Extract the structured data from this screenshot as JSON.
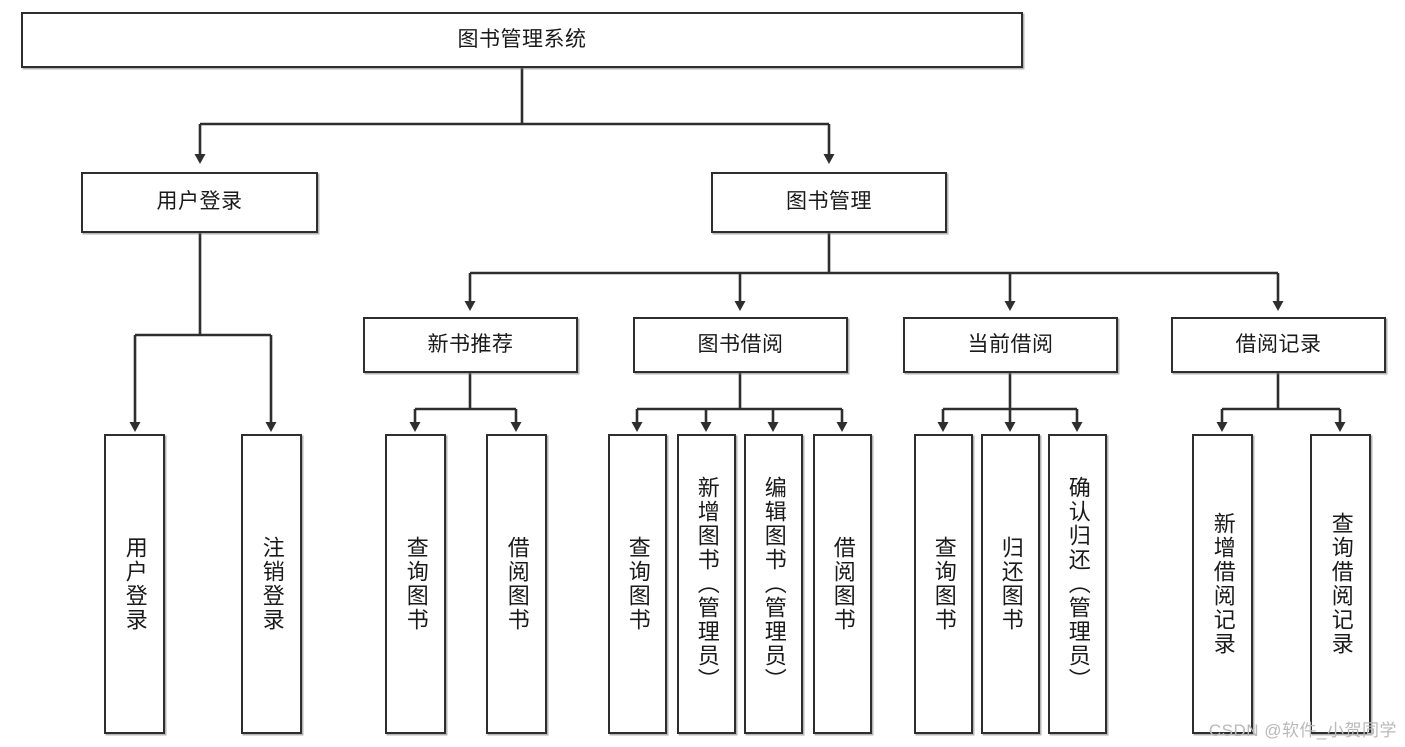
{
  "diagram": {
    "type": "tree",
    "title_node": {
      "label": "图书管理系统"
    },
    "level2": [
      {
        "label": "用户登录"
      },
      {
        "label": "图书管理"
      }
    ],
    "level3": [
      {
        "label": "新书推荐"
      },
      {
        "label": "图书借阅"
      },
      {
        "label": "当前借阅"
      },
      {
        "label": "借阅记录"
      }
    ],
    "leaves": {
      "user_login": [
        {
          "label": "用户登录"
        },
        {
          "label": "注销登录"
        }
      ],
      "new_book_recommend": [
        {
          "label": "查询图书"
        },
        {
          "label": "借阅图书"
        }
      ],
      "book_borrow": [
        {
          "label": "查询图书"
        },
        {
          "label": "新增图书（管理员）"
        },
        {
          "label": "编辑图书（管理员）"
        },
        {
          "label": "借阅图书"
        }
      ],
      "current_borrow": [
        {
          "label": "查询图书"
        },
        {
          "label": "归还图书"
        },
        {
          "label": "确认归还（管理员）"
        }
      ],
      "borrow_record": [
        {
          "label": "新增借阅记录"
        },
        {
          "label": "查询借阅记录"
        }
      ]
    },
    "watermark": "CSDN @软件_小贺同学",
    "colors": {
      "stroke": "#2e2e2e",
      "fill": "#ffffff",
      "text": "#1a1a1a",
      "watermark": "#b9b9b9"
    }
  }
}
